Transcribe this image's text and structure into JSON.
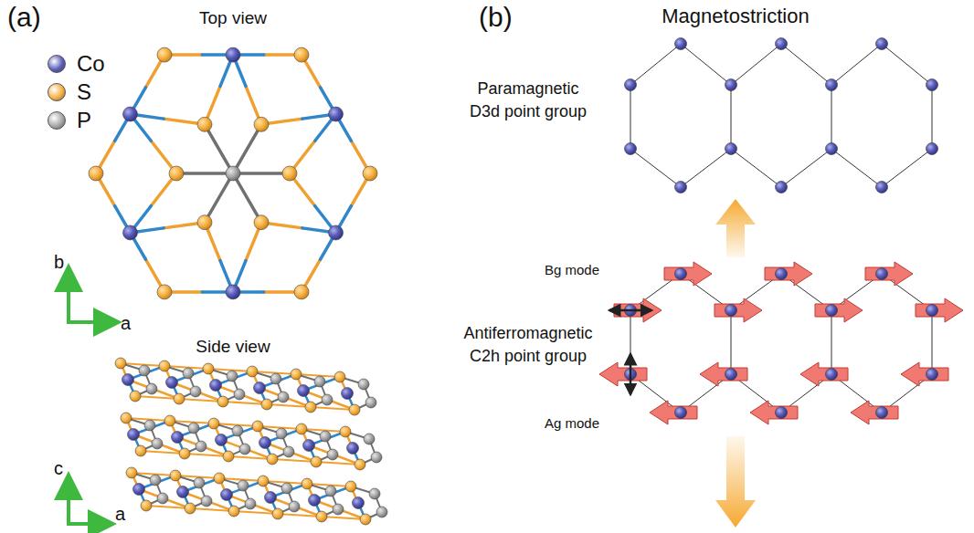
{
  "diagram": {
    "labels": [
      "(a)",
      "Top view",
      "b",
      "a",
      "Side view",
      "c",
      "a",
      "(b)",
      "Magnetostriction",
      "Paramagnetic",
      "D3d point group",
      "Antiferromagnetic",
      "C2h point group",
      "Bg mode",
      "Ag mode"
    ],
    "legend": [
      {
        "text": "Co",
        "color": "#5a5db8"
      },
      {
        "text": "S",
        "color": "#f6b042"
      },
      {
        "text": "P",
        "color": "#a6a6a6"
      }
    ]
  }
}
